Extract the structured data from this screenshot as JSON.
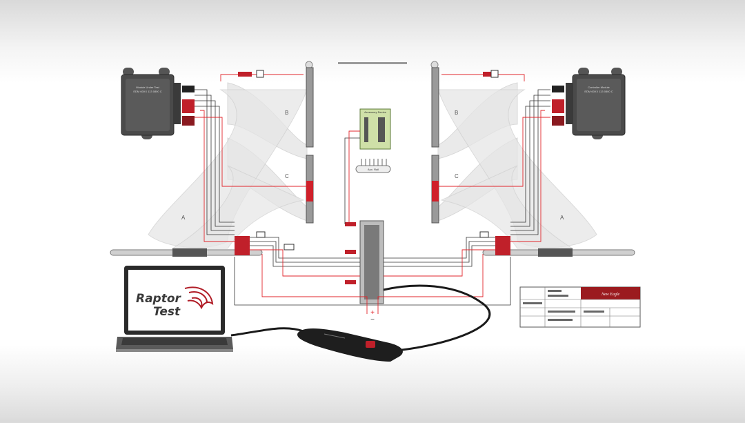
{
  "diagram": {
    "left_module": {
      "line1": "Module Under Test",
      "line2": "EDM 60XX 113 0800 C"
    },
    "right_module": {
      "line1": "Controller Module",
      "line2": "EDM 60XX 113 0800 C"
    },
    "accessory": {
      "title": "Accessory Device",
      "rail_label": "Aux. Rail"
    },
    "region_labels": [
      "B",
      "C",
      "A",
      "B",
      "C",
      "A"
    ],
    "power_plus": "+",
    "power_minus": "−",
    "laptop_logo": [
      "Raptor",
      "Test"
    ],
    "title_block": {
      "brand": "New Eagle"
    }
  },
  "colors": {
    "wire_red": "#e2252b",
    "wire_dark": "#333333",
    "module_body": "#4a4a4a",
    "accessory_green": "#cfe0a8",
    "brand_red": "#9b1b1f"
  }
}
